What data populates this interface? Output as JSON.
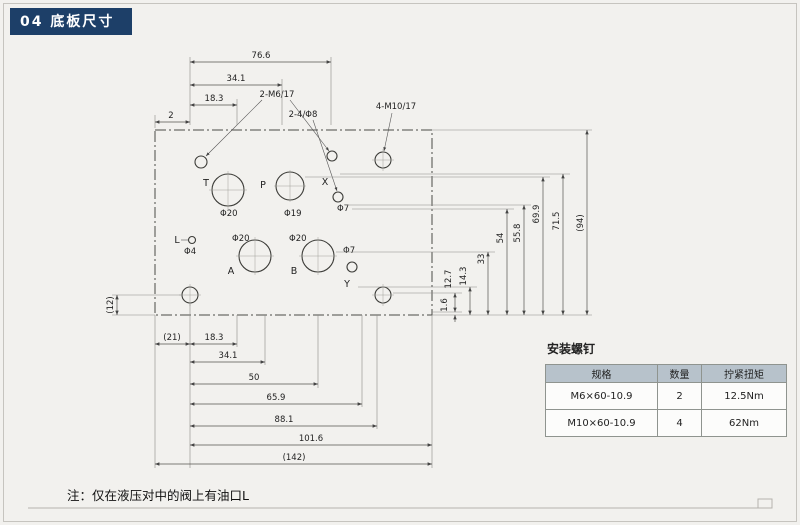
{
  "header": {
    "title": "04 底板尺寸"
  },
  "note": "注：仅在液压对中的阀上有油口L",
  "colors": {
    "header_bg": "#1d3f68",
    "table_header_bg": "#b7c2cb"
  },
  "drawing": {
    "ports": {
      "t": "T",
      "p": "P",
      "x": "X",
      "l": "L",
      "a": "A",
      "b": "B",
      "y": "Y"
    },
    "diameters": {
      "t": "Φ20",
      "p": "Φ19",
      "x": "Φ7",
      "a": "Φ20",
      "b": "Φ20",
      "y": "Φ7",
      "l": "Φ4"
    },
    "callouts": {
      "m6": "2-M6/17",
      "phi8": "2-4/Φ8",
      "m10": "4-M10/17"
    },
    "dims_top": {
      "w766": "76.6",
      "w341": "34.1",
      "w183": "18.3",
      "w2": "2"
    },
    "dims_right": {
      "h127": "12.7",
      "h143": "14.3",
      "h16": "1.6",
      "h33": "33",
      "h54": "54",
      "h558": "55.8",
      "h699": "69.9",
      "h715": "71.5",
      "h94": "(94)"
    },
    "dims_left": {
      "h12": "(12)"
    },
    "dims_bottom": {
      "w21": "(21)",
      "w183": "18.3",
      "w341": "34.1",
      "w50": "50",
      "w659": "65.9",
      "w881": "88.1",
      "w1016": "101.6",
      "w142": "(142)"
    }
  },
  "table": {
    "title": "安装螺钉",
    "headers": [
      "规格",
      "数量",
      "拧紧扭矩"
    ],
    "rows": [
      [
        "M6×60-10.9",
        "2",
        "12.5Nm"
      ],
      [
        "M10×60-10.9",
        "4",
        "62Nm"
      ]
    ]
  }
}
